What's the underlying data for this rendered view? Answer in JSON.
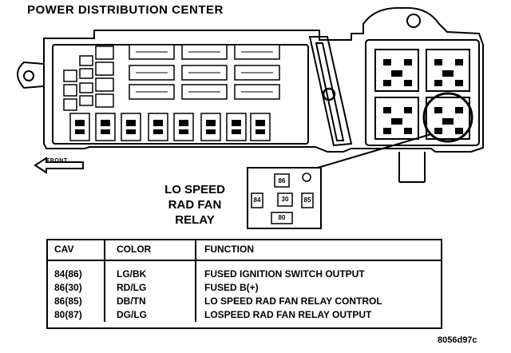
{
  "title": "POWER DISTRIBUTION CENTER",
  "callout_label": [
    "LO SPEED",
    "RAD FAN",
    "RELAY"
  ],
  "front_label": "FRONT",
  "relay_pins": {
    "top": "86",
    "left": "84",
    "center": "30",
    "right": "85",
    "bottom": "80"
  },
  "table": {
    "headers": [
      "CAV",
      "COLOR",
      "FUNCTION"
    ],
    "rows": [
      {
        "cav": "84(86)",
        "color": "LG/BK",
        "function": "FUSED IGNITION SWITCH OUTPUT"
      },
      {
        "cav": "86(30)",
        "color": "RD/LG",
        "function": "FUSED B(+)"
      },
      {
        "cav": "86(85)",
        "color": "DB/TN",
        "function": "LO SPEED RAD FAN RELAY CONTROL"
      },
      {
        "cav": "80(87)",
        "color": "DG/LG",
        "function": "LOSPEED RAD FAN RELAY OUTPUT"
      }
    ]
  },
  "figure_ref": "8056d97c"
}
